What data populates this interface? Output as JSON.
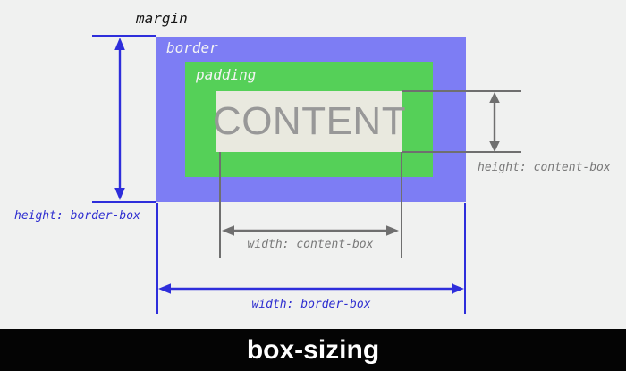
{
  "diagram": {
    "margin_label": "margin",
    "boxes": {
      "border": {
        "label": "border",
        "color": "#7d7df4"
      },
      "padding": {
        "label": "padding",
        "color": "#55d058"
      },
      "content": {
        "label": "CONTENT",
        "color": "#e9e9df",
        "text_color": "#989898"
      }
    },
    "annotations": {
      "height_border_box": "height: border-box",
      "width_border_box": "width: border-box",
      "width_content_box": "width: content-box",
      "height_content_box": "height: content-box"
    },
    "colors": {
      "background": "#f0f1f0",
      "accent_blue": "#2e2edb",
      "annotation_gray": "#6f6f6f"
    },
    "footer": {
      "title": "box-sizing",
      "background": "#040404",
      "text_color": "#ffffff"
    }
  }
}
